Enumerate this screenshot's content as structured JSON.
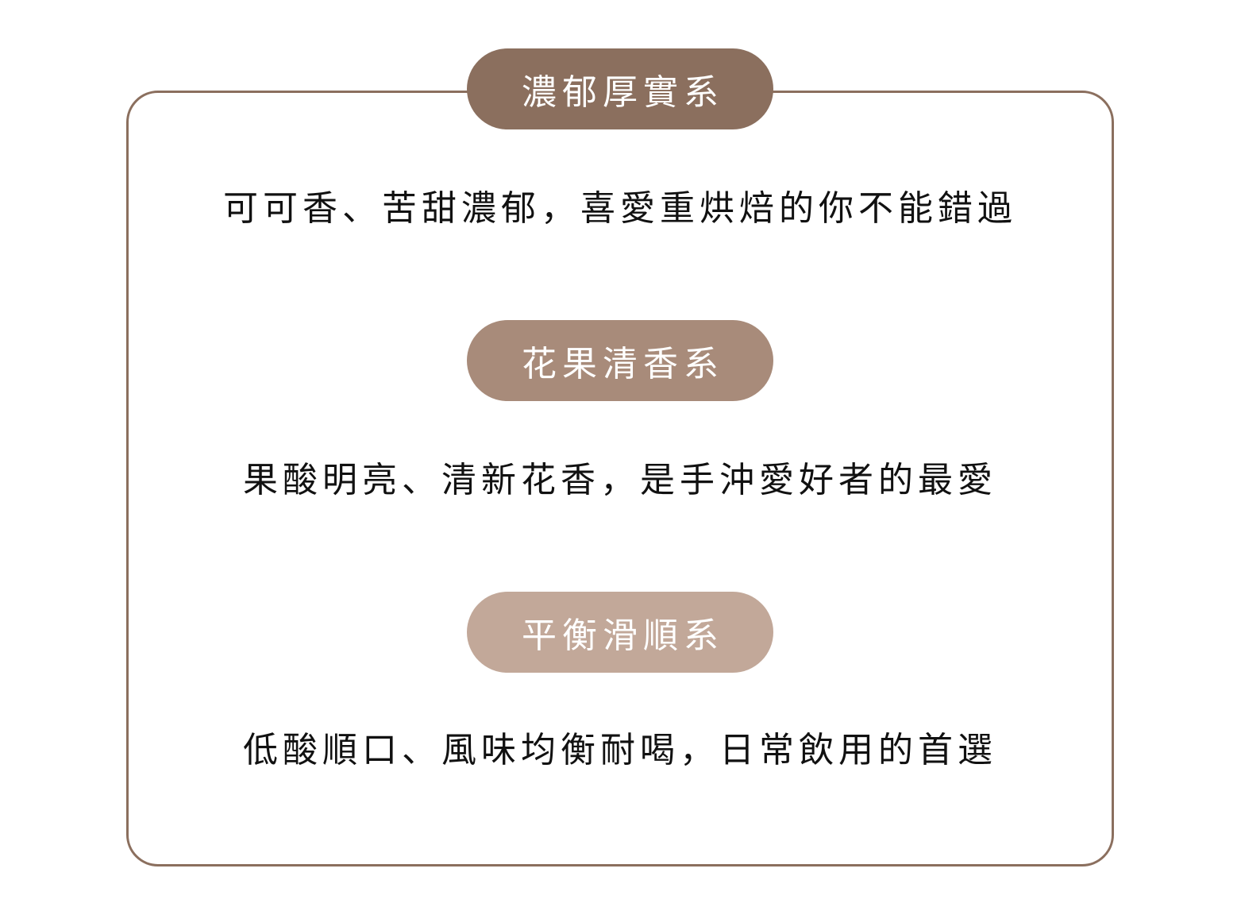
{
  "colors": {
    "frame_border": "#8B6F5E",
    "pill_1": "#8B6F5E",
    "pill_2": "#A88B7A",
    "pill_3": "#C2A899",
    "pill_text": "#FFFFFF",
    "description_text": "#111111",
    "background": "#FFFFFF"
  },
  "categories": [
    {
      "title": "濃郁厚實系",
      "description": "可可香、苦甜濃郁，喜愛重烘焙的你不能錯過"
    },
    {
      "title": "花果清香系",
      "description": "果酸明亮、清新花香，是手沖愛好者的最愛"
    },
    {
      "title": "平衡滑順系",
      "description": "低酸順口、風味均衡耐喝，日常飲用的首選"
    }
  ]
}
